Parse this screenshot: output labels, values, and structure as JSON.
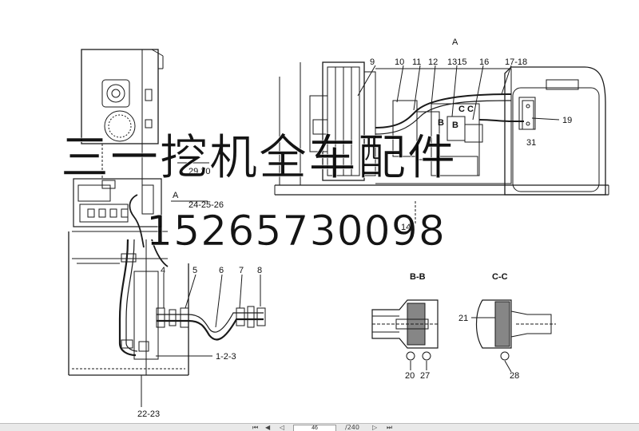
{
  "watermark": {
    "text": "三一挖机全车配件",
    "phone": "15265730098"
  },
  "labels": {
    "a_top": "A",
    "l9": "9",
    "l10": "10",
    "l11": "11",
    "l12": "12",
    "l1315": "1315",
    "l16": "16",
    "l1718": "17-18",
    "l19": "19",
    "l31": "31",
    "cc_mark": "C C",
    "b_mark1": "B",
    "b_mark2": "B",
    "a_left": "A",
    "l2930": "29 30",
    "l242526": "24-25-26",
    "l14": "14",
    "l4": "4",
    "l5": "5",
    "l6": "6",
    "l7": "7",
    "l8": "8",
    "l123": "1-2-3",
    "l2223": "22-23",
    "sec_bb": "B-B",
    "sec_cc": "C-C",
    "l21": "21",
    "l20": "20",
    "l27": "27",
    "l28": "28"
  },
  "toolbar": {
    "current_page": "46",
    "total_pages": "/240"
  },
  "icons": {
    "first": "first-page-icon",
    "prev": "prev-page-icon",
    "next": "next-page-icon",
    "last": "last-page-icon"
  }
}
